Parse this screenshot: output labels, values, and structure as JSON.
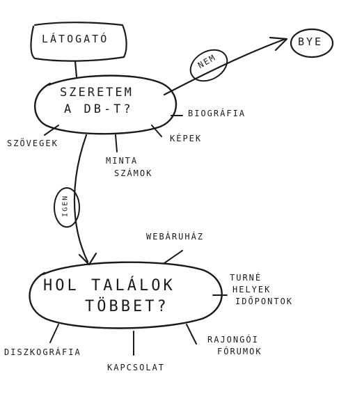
{
  "nodes": {
    "visitor": "LÁTOGATÓ",
    "question_line1": "SZERETEM",
    "question_line2": "A DB-T?",
    "bye": "BYE",
    "where_line1": "HOL TALÁLOK",
    "where_line2": "TÖBBET?"
  },
  "edges": {
    "no": "NEM",
    "yes": "IGEN"
  },
  "branches": {
    "biography": "BIOGRÁFIA",
    "images": "KÉPEK",
    "texts": "SZÖVEGEK",
    "samples_line1": "MINTA",
    "samples_line2": "SZÁMOK",
    "webshop": "WEBÁRUHÁZ",
    "tour_line1": "TURNÉ",
    "tour_line2": "HELYEK",
    "tour_line3": "IDŐPONTOK",
    "fans_line1": "RAJONGÓI",
    "fans_line2": "FÓRUMOK",
    "contact": "KAPCSOLAT",
    "discography": "DISZKOGRÁFIA"
  }
}
